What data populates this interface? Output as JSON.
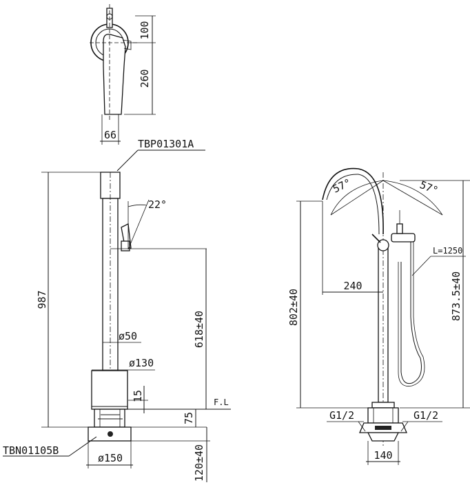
{
  "labels": {
    "top_width": "66",
    "top_100": "100",
    "top_260": "260",
    "part_top": "TBP01301A",
    "angle_22": "22°",
    "h_987": "987",
    "h_618": "618±40",
    "d_50": "ø50",
    "d_130": "ø130",
    "h_15": "15",
    "fl": "F.L",
    "h_75": "75",
    "part_bottom": "TBN01105B",
    "d_150": "ø150",
    "h_120": "120±40",
    "angle_57_left": "57°",
    "angle_57_right": "57°",
    "hose": "L=1250",
    "reach_240": "240",
    "h_802": "802±40",
    "h_873": "873.5±40",
    "g_left": "G1/2",
    "g_right": "G1/2",
    "w_140": "140"
  }
}
